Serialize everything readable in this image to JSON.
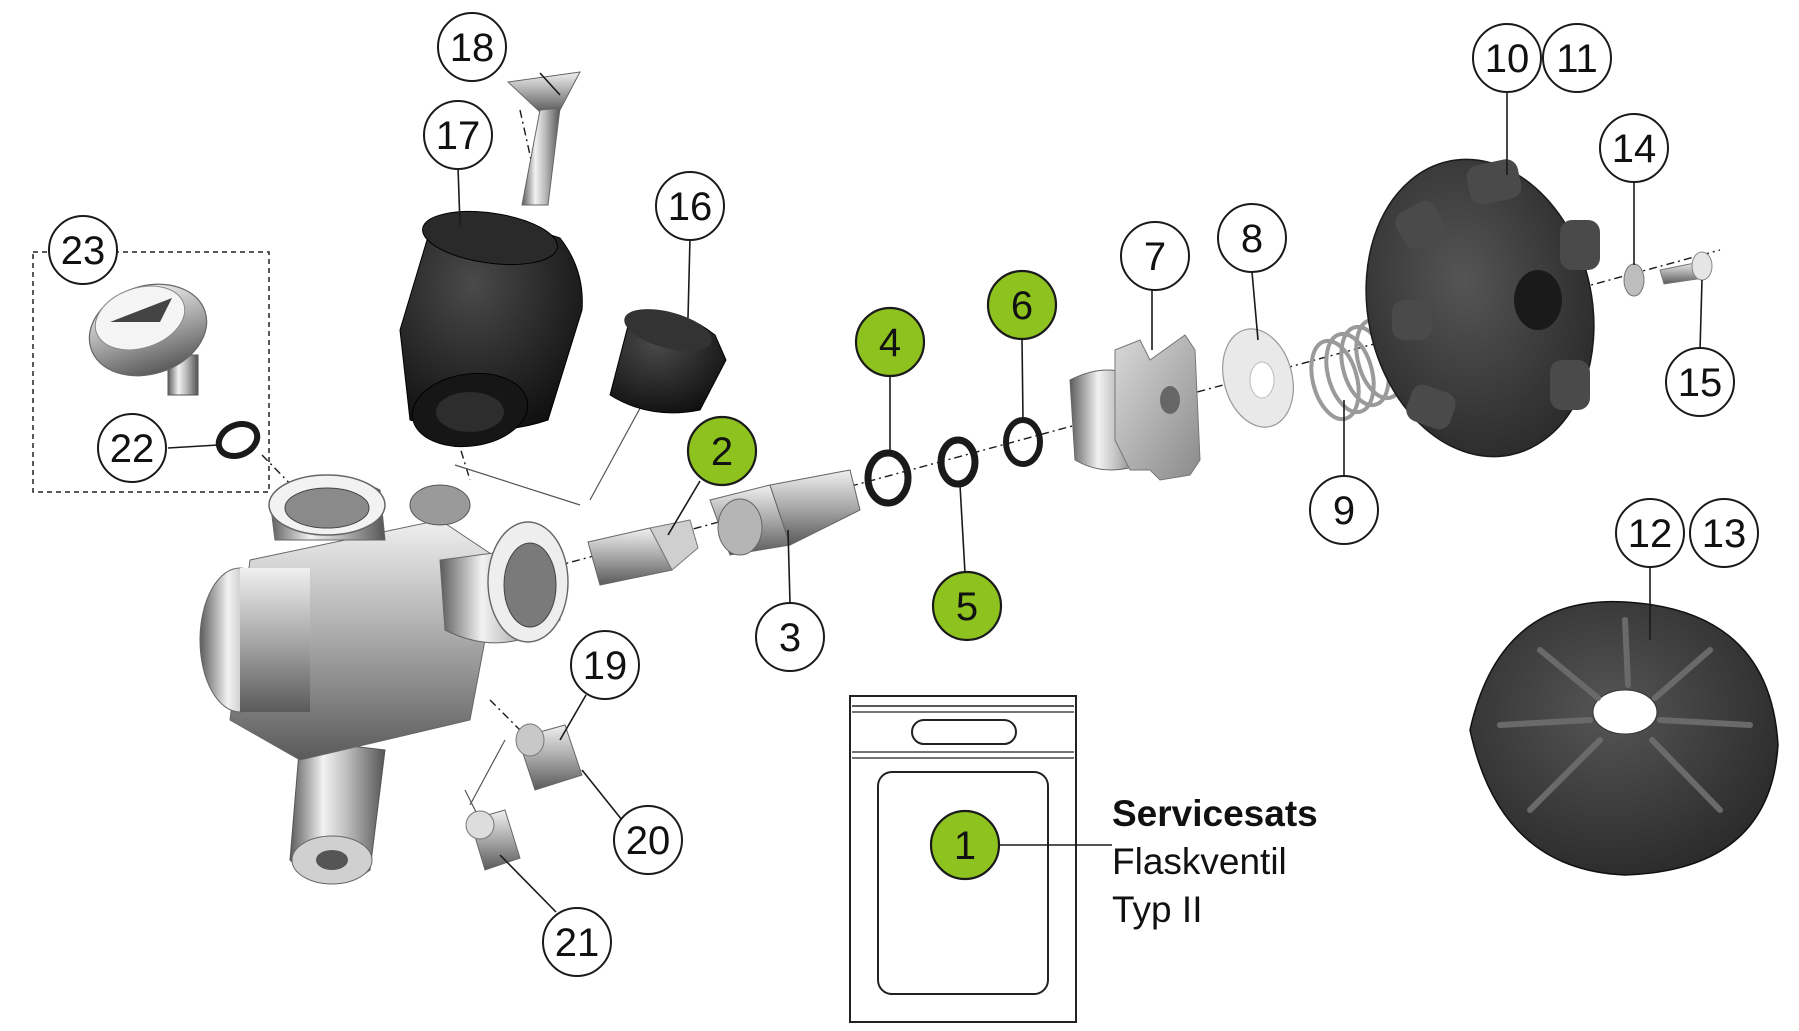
{
  "colors": {
    "accent_green": "#8dc21f",
    "metal_light": "#e6e6e6",
    "metal_dark": "#6e6e6e",
    "rubber": "#1c1c1c",
    "knob": "#3a3a3a"
  },
  "callouts": [
    {
      "id": "1",
      "label": "1",
      "highlight": true
    },
    {
      "id": "2",
      "label": "2",
      "highlight": true
    },
    {
      "id": "3",
      "label": "3",
      "highlight": false
    },
    {
      "id": "4",
      "label": "4",
      "highlight": true
    },
    {
      "id": "5",
      "label": "5",
      "highlight": true
    },
    {
      "id": "6",
      "label": "6",
      "highlight": true
    },
    {
      "id": "7",
      "label": "7",
      "highlight": false
    },
    {
      "id": "8",
      "label": "8",
      "highlight": false
    },
    {
      "id": "9",
      "label": "9",
      "highlight": false
    },
    {
      "id": "10",
      "label": "10",
      "highlight": false
    },
    {
      "id": "11",
      "label": "11",
      "highlight": false
    },
    {
      "id": "12",
      "label": "12",
      "highlight": false
    },
    {
      "id": "13",
      "label": "13",
      "highlight": false
    },
    {
      "id": "14",
      "label": "14",
      "highlight": false
    },
    {
      "id": "15",
      "label": "15",
      "highlight": false
    },
    {
      "id": "16",
      "label": "16",
      "highlight": false
    },
    {
      "id": "17",
      "label": "17",
      "highlight": false
    },
    {
      "id": "18",
      "label": "18",
      "highlight": false
    },
    {
      "id": "19",
      "label": "19",
      "highlight": false
    },
    {
      "id": "20",
      "label": "20",
      "highlight": false
    },
    {
      "id": "21",
      "label": "21",
      "highlight": false
    },
    {
      "id": "22",
      "label": "22",
      "highlight": false
    },
    {
      "id": "23",
      "label": "23",
      "highlight": false
    }
  ],
  "kit": {
    "title": "Servicesats",
    "line2": "Flaskventil",
    "line3": "Typ II"
  }
}
